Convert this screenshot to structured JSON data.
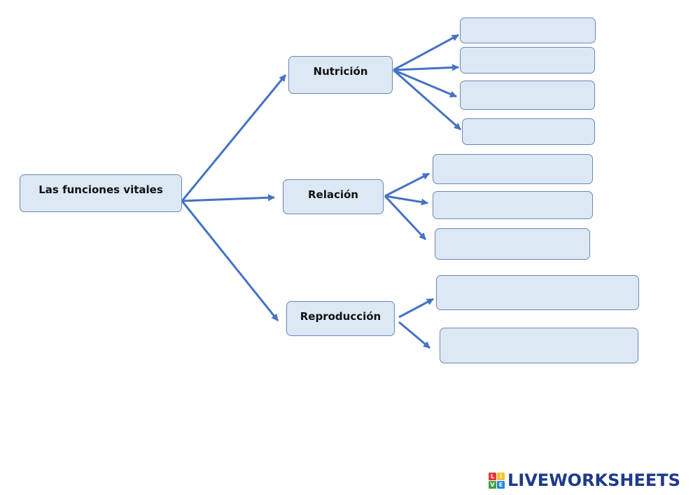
{
  "diagram": {
    "root": "Las funciones vitales",
    "branches": [
      {
        "label": "Nutrición",
        "answer_count": 4
      },
      {
        "label": "Relación",
        "answer_count": 3
      },
      {
        "label": "Reproducción",
        "answer_count": 2
      }
    ]
  },
  "answers": {
    "nutricion": [
      "",
      "",
      "",
      ""
    ],
    "relacion": [
      "",
      "",
      ""
    ],
    "reproduccion": [
      "",
      ""
    ]
  },
  "colors": {
    "box_fill": "#dde8f5",
    "box_border": "#6b87b5",
    "arrow": "#4472c4",
    "logo_text": "#1e3a8a"
  },
  "logo": {
    "letters": [
      "L",
      "I",
      "V",
      "E"
    ],
    "text": "LIVEWORKSHEETS"
  }
}
